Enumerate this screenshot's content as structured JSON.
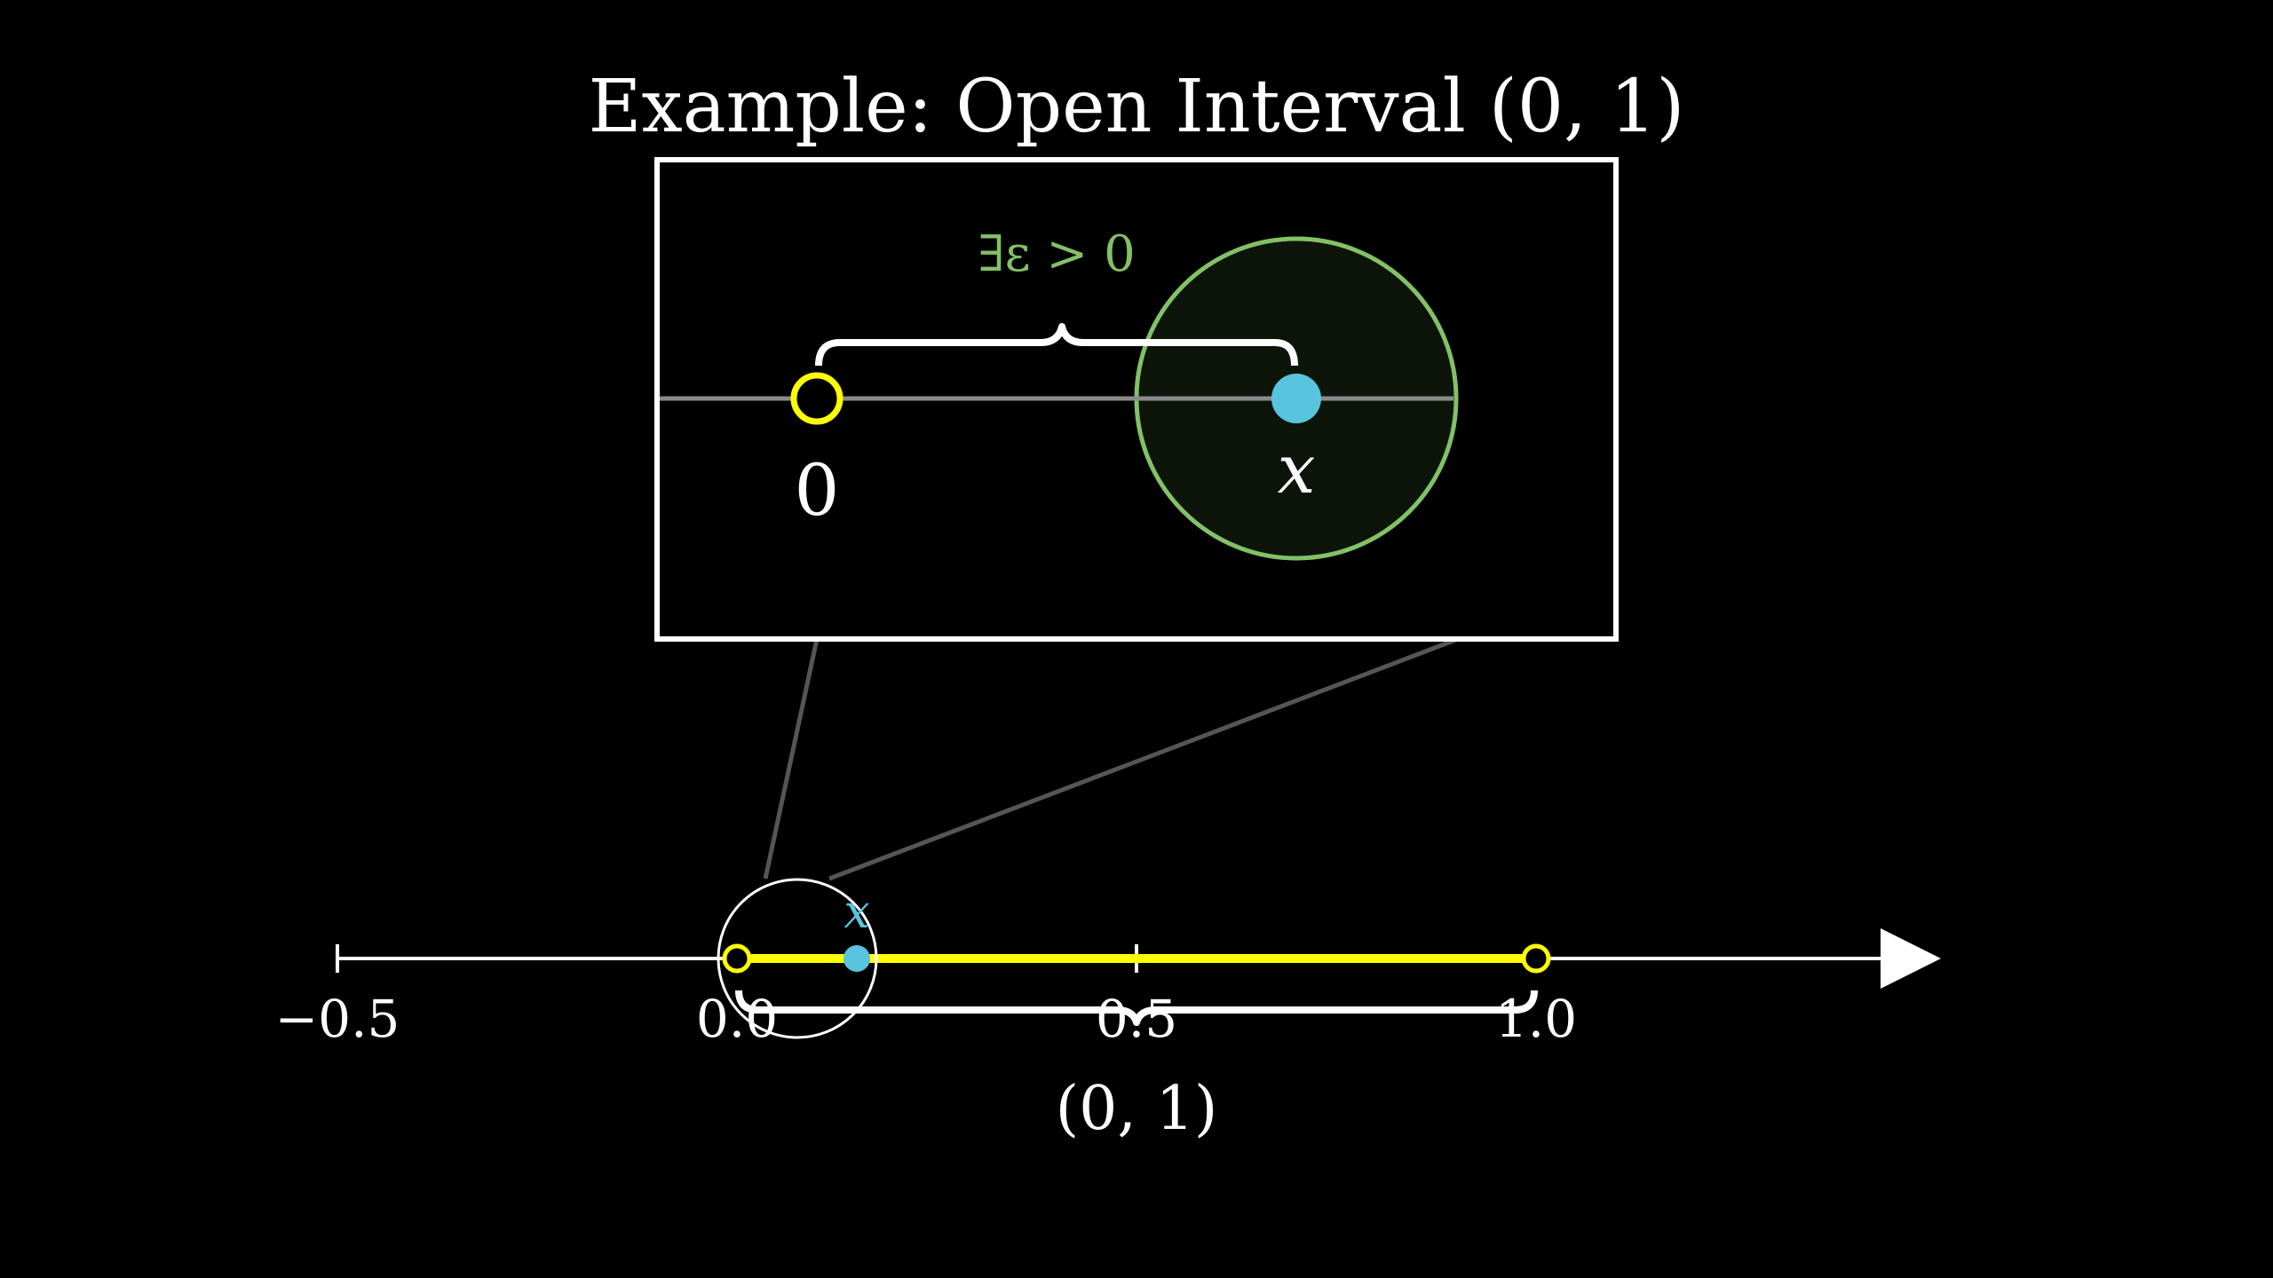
{
  "title": "Example: Open Interval (0, 1)",
  "zoom": {
    "epsilon_label": "∃ε > 0",
    "zero_label": "0",
    "point_label": "x"
  },
  "number_line": {
    "tick_labels": [
      "−0.5",
      "0.0",
      "0.5",
      "1.0"
    ],
    "tick_values": [
      -0.5,
      0.0,
      0.5,
      1.0
    ],
    "interval_start": 0,
    "interval_end": 1,
    "interval_label": "(0, 1)",
    "point_label": "x",
    "point_value": 0.15
  },
  "colors": {
    "background": "#000000",
    "interval": "#ffff00",
    "point": "#58c4dd",
    "epsilon_ball": "#83c167",
    "text": "#ffffff",
    "connector": "#555555",
    "inner_line": "#888888"
  }
}
